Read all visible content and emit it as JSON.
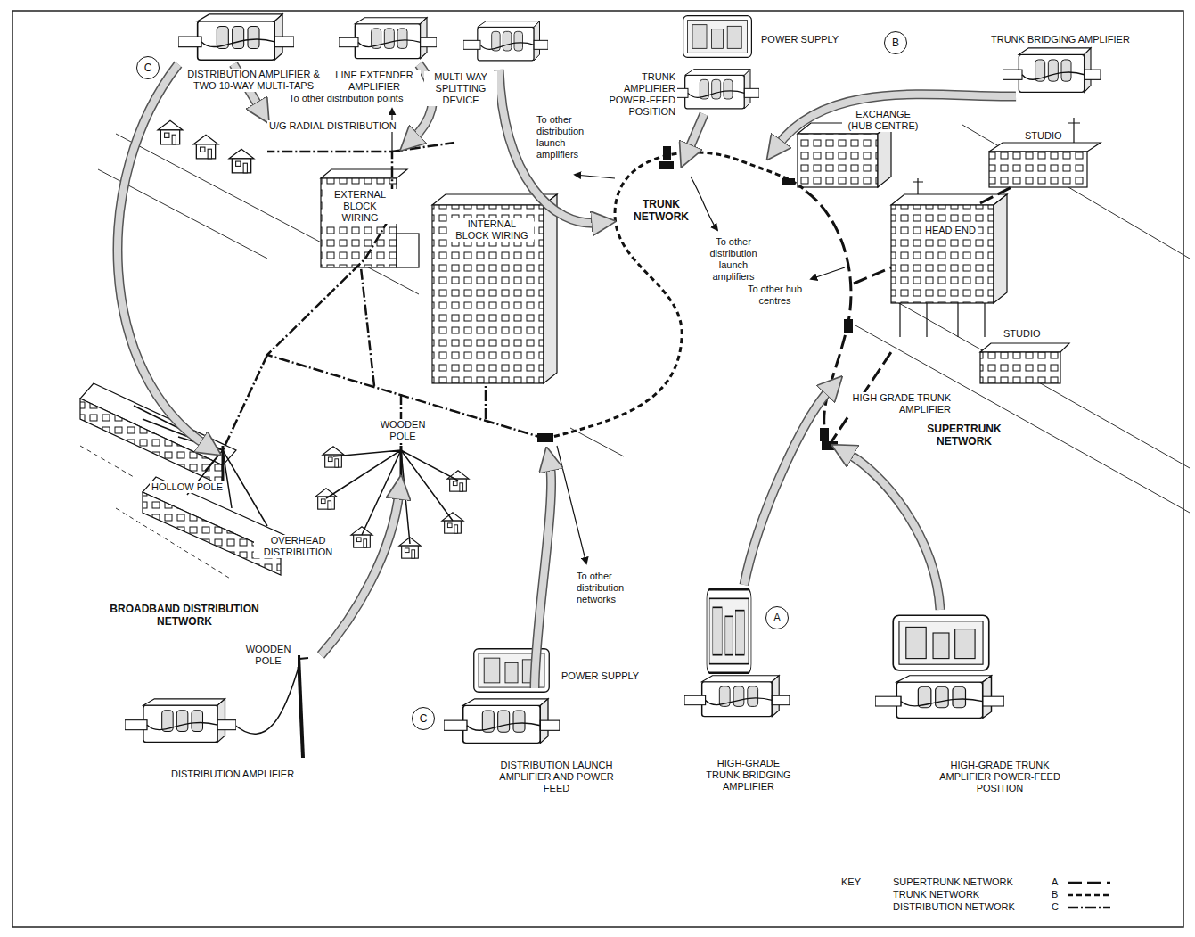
{
  "diagram": {
    "nodes": [
      {
        "text": [
          "C"
        ]
      },
      {
        "text": [
          "B"
        ]
      },
      {
        "text": [
          "A"
        ]
      },
      {
        "text": [
          "C"
        ]
      }
    ],
    "labels": [
      "DISTRIBUTION AMPLIFIER & TWO 10-WAY MULTI-TAPS",
      "LINE EXTENDER AMPLIFIER",
      "To other distribution points",
      "MULTI-WAY SPLITTING DEVICE",
      "U/G RADIAL DISTRIBUTION",
      "To other distribution launch amplifiers",
      "TRUNK AMPLIFIER POWER-FEED POSITION",
      "POWER SUPPLY",
      "TRUNK BRIDGING AMPLIFIER",
      "EXCHANGE (HUB CENTRE)",
      "TRUNK NETWORK",
      "To other distribution launch amplifiers",
      "To other hub centres",
      "STUDIO",
      "HEAD END",
      "STUDIO",
      "HIGH GRADE TRUNK AMPLIFIER",
      "SUPERTRUNK NETWORK",
      "EXTERNAL BLOCK WIRING",
      "INTERNAL BLOCK WIRING",
      "WOODEN POLE",
      "HOLLOW POLE",
      "OVERHEAD DISTRIBUTION",
      "BROADBAND DISTRIBUTION NETWORK",
      "To other distribution networks",
      "WOODEN POLE",
      "DISTRIBUTION AMPLIFIER",
      "POWER SUPPLY",
      "DISTRIBUTION LAUNCH AMPLIFIER AND POWER FEED",
      "HIGH-GRADE TRUNK BRIDGING AMPLIFIER",
      "HIGH-GRADE TRUNK AMPLIFIER POWER-FEED POSITION",
      "KEY",
      "A",
      "B",
      "C"
    ],
    "legend": [
      {
        "text": "SUPERTRUNK NETWORK"
      },
      {
        "text": "TRUNK NETWORK"
      },
      {
        "text": "DISTRIBUTION NETWORK"
      }
    ]
  }
}
